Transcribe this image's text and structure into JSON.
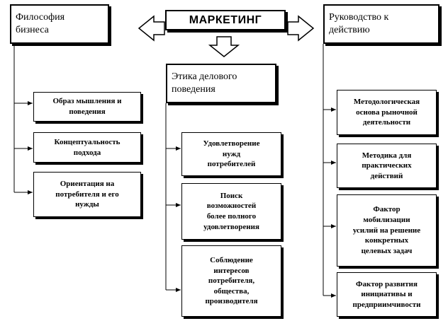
{
  "title": "МАРКЕТИНГ",
  "left": {
    "header": "Философия\nбизнеса",
    "items": [
      "Образ мышления и\nповедения",
      "Концептуальность\nподхода",
      "Ориентация на\nпотребителя и его\nнужды"
    ]
  },
  "center": {
    "header": "Этика делового\nповедения",
    "items": [
      "Удовлетворение\nнужд\nпотребителей",
      "Поиск\nвозможностей\nболее полного\nудовлетворения",
      "Соблюдение\nинтересов\nпотребителя,\nобщества,\nпроизводителя"
    ]
  },
  "right": {
    "header": "Руководство к\nдействию",
    "items": [
      "Методологическая\nоснова рыночной\nдеятельности",
      "Методика для\nпрактических\nдействий",
      "Фактор\nмобилизации\nусилий на решение\nконкретных\nцелевых задач",
      "Фактор развития\nинициативы и\nпредприимчивости"
    ]
  }
}
